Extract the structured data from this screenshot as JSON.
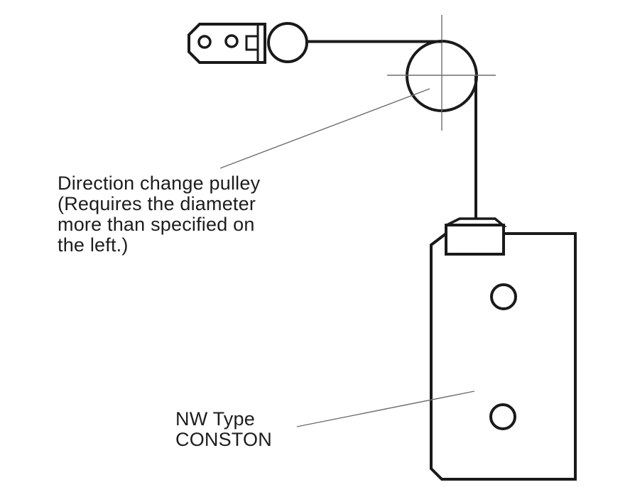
{
  "labels": {
    "pulley_note": {
      "lines": [
        "Direction change pulley",
        "(Requires the diameter",
        "more than specified on",
        "the left.)"
      ]
    },
    "device": {
      "lines": [
        "NW Type",
        "CONSTON"
      ]
    }
  },
  "colors": {
    "line_color": "#1a1a1a",
    "thin_line_color": "#6e6e6e",
    "text_color": "#1d1d1d",
    "background_color": "#ffffff"
  }
}
